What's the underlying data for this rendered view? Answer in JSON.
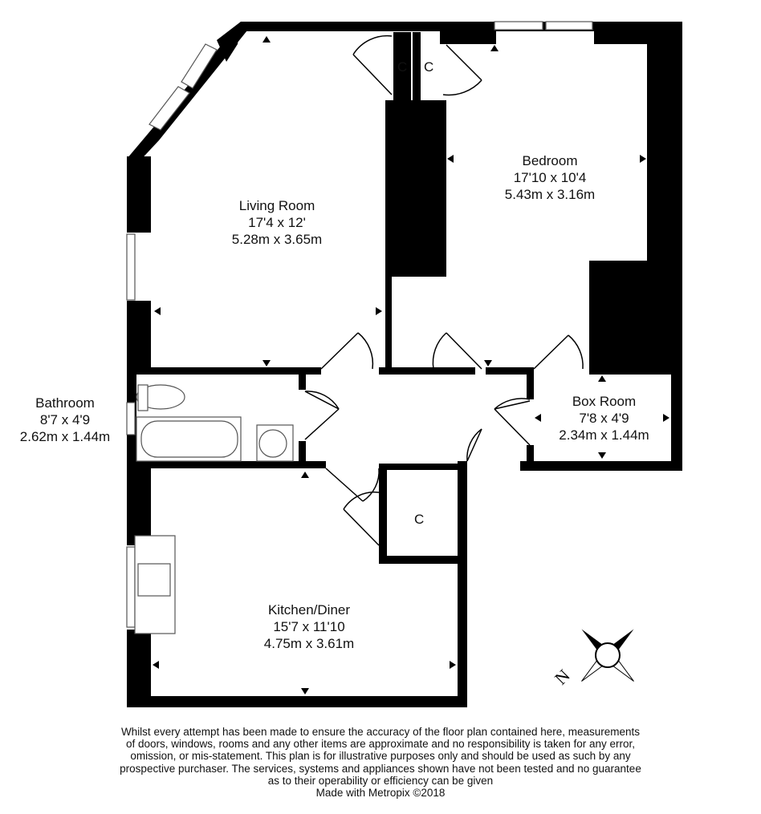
{
  "rooms": {
    "living": {
      "name": "Living Room",
      "imperial": "17'4 x 12'",
      "metric": "5.28m x 3.65m"
    },
    "bedroom": {
      "name": "Bedroom",
      "imperial": "17'10 x 10'4",
      "metric": "5.43m x 3.16m"
    },
    "bathroom": {
      "name": "Bathroom",
      "imperial": "8'7 x 4'9",
      "metric": "2.62m x 1.44m"
    },
    "boxroom": {
      "name": "Box Room",
      "imperial": "7'8 x 4'9",
      "metric": "2.34m x 1.44m"
    },
    "kitchen": {
      "name": "Kitchen/Diner",
      "imperial": "15'7 x 11'10",
      "metric": "4.75m x 3.61m"
    }
  },
  "cupboards": {
    "c1": "C",
    "c2": "C",
    "c3": "C"
  },
  "compass": {
    "north_letter": "N",
    "icon": "compass-rose-icon"
  },
  "colors": {
    "wall": "#000000",
    "fixture_stroke": "#555555",
    "background": "#ffffff"
  },
  "disclaimer": {
    "line1": "Whilst every attempt has been made to ensure the accuracy of the floor plan contained here, measurements",
    "line2": "of doors, windows, rooms and any other items are approximate and no responsibility is taken for any error,",
    "line3": "omission, or mis-statement. This plan is for illustrative purposes only and should be used as such by any",
    "line4": "prospective purchaser. The services, systems and appliances shown have not been tested and no guarantee",
    "line5": "as to their operability or efficiency can be given",
    "credit": "Made with Metropix ©2018"
  }
}
